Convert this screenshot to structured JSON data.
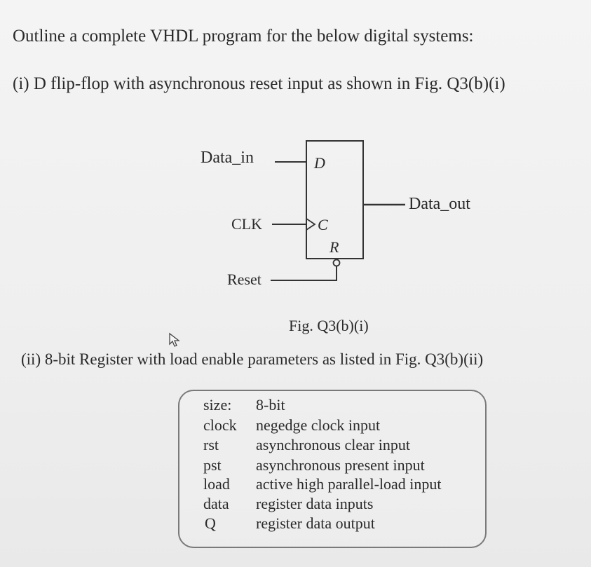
{
  "heading": "Outline a complete VHDL program for the below digital systems:",
  "part1": "(i)    D flip-flop with asynchronous reset input as shown in Fig. Q3(b)(i)",
  "diagram": {
    "data_in": "Data_in",
    "clk": "CLK",
    "reset": "Reset",
    "data_out": "Data_out",
    "pin_d": "D",
    "pin_c": "C",
    "pin_r": "R",
    "caption": "Fig. Q3(b)(i)"
  },
  "part2": "(ii)   8-bit Register with load enable parameters as listed in Fig. Q3(b)(ii)",
  "params": [
    {
      "name": "size:",
      "desc": "8-bit"
    },
    {
      "name": "clock",
      "desc": "negedge clock input"
    },
    {
      "name": "rst",
      "desc": "asynchronous clear input"
    },
    {
      "name": "pst",
      "desc": "asynchronous present input"
    },
    {
      "name": "load",
      "desc": "active high parallel-load input"
    },
    {
      "name": "data",
      "desc": "register data inputs"
    },
    {
      "name": "Q",
      "desc": "register data output"
    }
  ],
  "icons": {
    "cursor": "mouse-pointer-icon"
  }
}
